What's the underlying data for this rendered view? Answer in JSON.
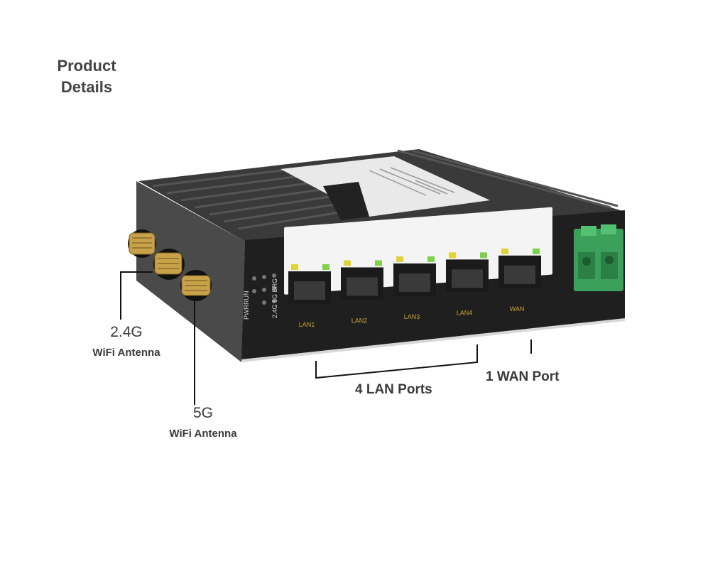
{
  "heading": {
    "line1": "Product",
    "line2": "Details"
  },
  "callouts": {
    "antenna_24": {
      "band": "2.4G",
      "desc": "WiFi Antenna"
    },
    "antenna_5": {
      "band": "5G",
      "desc": "WiFi Antenna"
    },
    "lan": {
      "text": "4 LAN Ports"
    },
    "wan": {
      "text": "1 WAN Port"
    }
  },
  "device": {
    "ports": [
      "LAN1",
      "LAN2",
      "LAN3",
      "LAN4",
      "WAN"
    ],
    "led_labels": {
      "col1": "PWRRUN",
      "col2": "2.4G 5G BRG"
    },
    "colors": {
      "body": "#2b2b2b",
      "face": "#1f1f1f",
      "terminal": "#3aa05a",
      "label_text": "#c9a23a",
      "led_green": "#7fd14b",
      "led_yellow": "#e2d23a"
    }
  }
}
